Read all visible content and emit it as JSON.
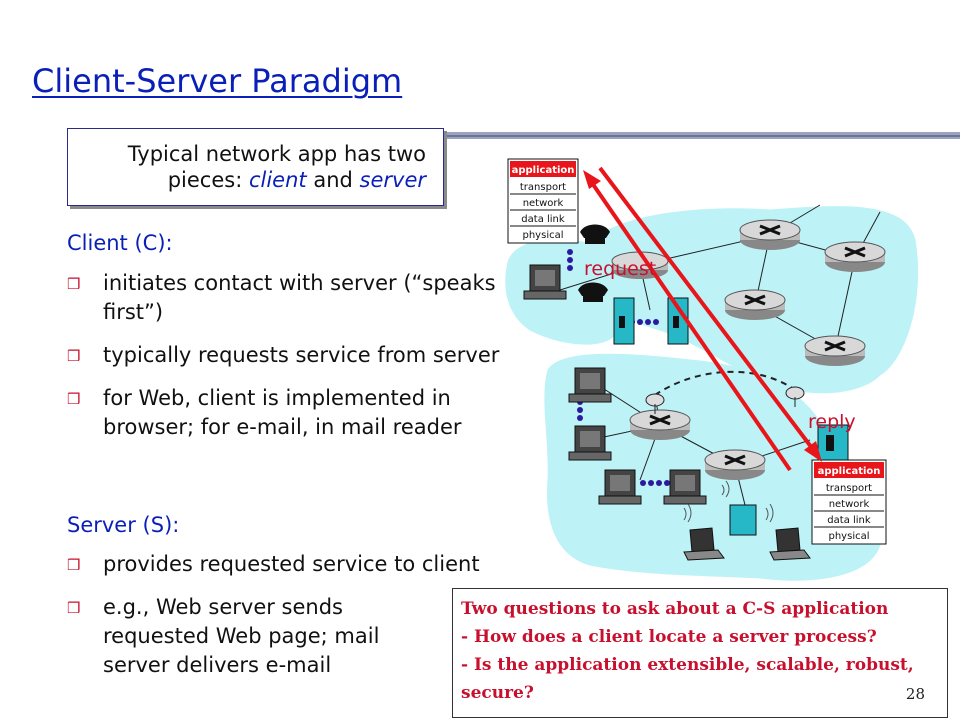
{
  "slide": {
    "title": "Client-Server Paradigm",
    "page_number": "28"
  },
  "callout": {
    "line1": "Typical network app has two",
    "line2_prefix": "pieces: ",
    "line2_client": "client",
    "line2_and": " and ",
    "line2_server": "server"
  },
  "client": {
    "heading": "Client (C):",
    "bullets": [
      "initiates contact with server (“speaks first”)",
      "typically requests service from server",
      "for Web, client is implemented in browser; for e-mail, in mail reader"
    ]
  },
  "server": {
    "heading": "Server (S):",
    "bullets": [
      "provides requested service to client",
      "e.g., Web server sends requested Web page; mail server delivers e-mail"
    ]
  },
  "diagram": {
    "request_label": "request",
    "reply_label": "reply",
    "stack_layers": [
      "application",
      "transport",
      "network",
      "data link",
      "physical"
    ]
  },
  "questions": {
    "line1": "Two questions to ask about a C-S application",
    "line2": "- How does a client locate a server process?",
    "line3": "- Is the application extensible, scalable, robust,",
    "line4": "secure?"
  },
  "colors": {
    "title_blue": "#0a1fb8",
    "accent_red": "#c8102e",
    "network_cyan": "#bdf2f7"
  }
}
